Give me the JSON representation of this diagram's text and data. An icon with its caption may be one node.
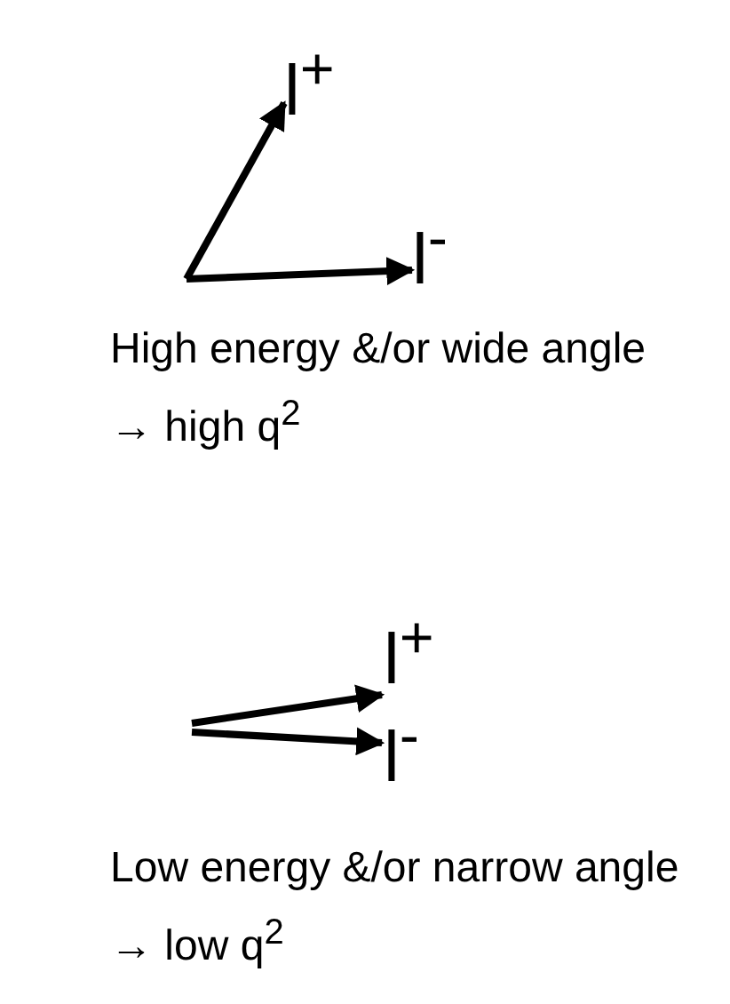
{
  "diagram": {
    "labels": [
      "l$^{+}$",
      "l$^{-}$",
      "High energy &/or wide angle → high q$^{2}$",
      "l$^{+}$",
      "l$^{-}$",
      "Low energy &/or narrow angle → low q$^{2}$"
    ]
  }
}
